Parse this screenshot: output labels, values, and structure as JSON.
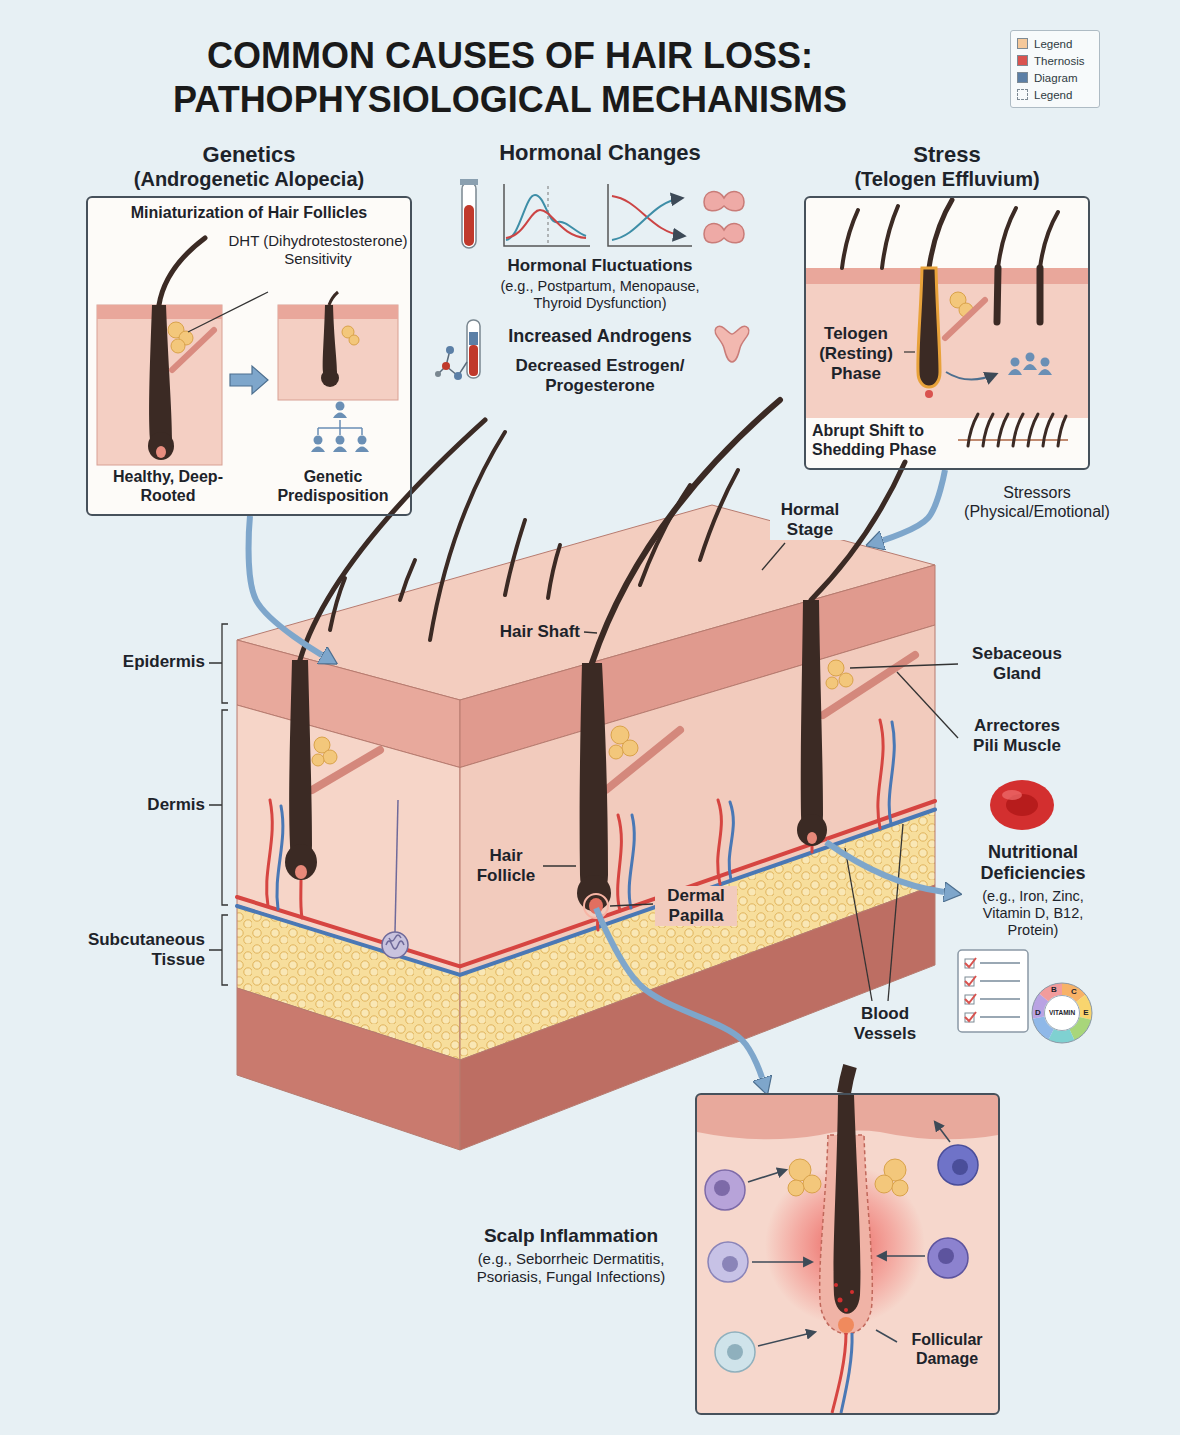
{
  "diagram": {
    "title": "COMMON CAUSES OF HAIR LOSS: PATHOPHYSIOLOGICAL MECHANISMS",
    "nodes": [
      {
        "text": [
          "Genetics",
          "(Androgenetic Alopecia)",
          "Miniaturization of Hair Follicles",
          "DHT (Dihydrotestosterone) Sensitivity",
          "Healthy, Deep-Rooted",
          "Genetic Predisposition"
        ]
      },
      {
        "text": [
          "Stress",
          "(Telogen Effluvium)",
          "Telogen (Resting) Phase",
          "Abrupt Shift to Shedding Phase"
        ]
      },
      {
        "text": [
          "Hair Shaft",
          "Hair Follicle",
          "Dermal Papilla"
        ]
      },
      {
        "text": [
          "Scalp Inflammation",
          "(e.g., Seborrheic Dermatitis, Psoriasis, Fungal Infections)",
          "Follicular Damage"
        ]
      }
    ],
    "edges": [
      {
        "from": 0,
        "to": 2,
        "arrow": "to"
      },
      {
        "from": 1,
        "to": 2,
        "arrow": "to"
      },
      {
        "from": 2,
        "to": 3,
        "arrow": "to"
      }
    ],
    "labels": [
      "Hormonal Changes",
      "Hormonal Fluctuations",
      "(e.g., Postpartum, Menopause, Thyroid Dysfunction)",
      "Increased Androgens",
      "Decreased Estrogen/ Progesterone",
      "Stressors (Physical/Emotional)",
      "Hormal Stage",
      "Epidermis",
      "Dermis",
      "Subcutaneous Tissue",
      "Sebaceous Gland",
      "Arrectores Pili Muscle",
      "Nutritional Deficiencies",
      "(e.g., Iron, Zinc, Vitamin D, B12, Protein)",
      "Blood Vessels",
      "VITAMIN",
      "B",
      "C",
      "D",
      "E"
    ],
    "legend": [
      {
        "text": "Legend",
        "color": "#f5c89a"
      },
      {
        "text": "Thernosis",
        "color": "#d9534f"
      },
      {
        "text": "Diagram",
        "color": "#5b7fa6"
      },
      {
        "text": "Legend"
      }
    ]
  }
}
